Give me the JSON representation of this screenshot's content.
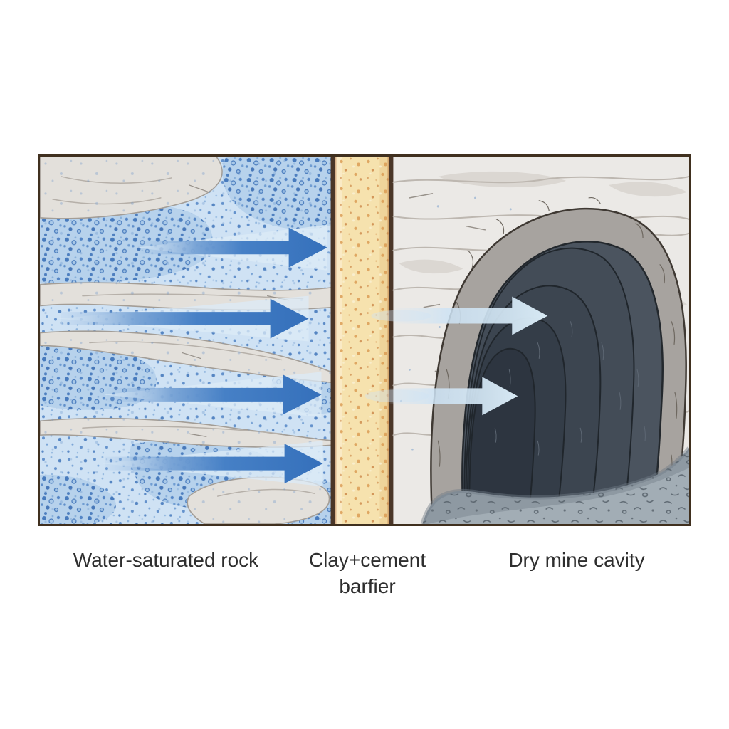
{
  "figure": {
    "labels": {
      "left": "Water-saturated rock",
      "middle_line1": "Clay+cement",
      "middle_line2": "barfier",
      "right": "Dry mine cavity"
    },
    "colors": {
      "frame_border": "#40301f",
      "water_base": "#cfe2f4",
      "water_speckle": "#4a7ec2",
      "flow_arrow_blue": "#3570bb",
      "seepage_arrow_light": "#cfe4f5",
      "rock_light": "#e3e0db",
      "barrier_tan": "#f6e2ae",
      "barrier_speckle": "#d9984f",
      "barrier_edge_brown": "#4a3628",
      "tunnel_interior": "#4b545f",
      "tunnel_rim": "#a7a39f",
      "floor_gravel": "#8e99a2",
      "label_text": "#2e2e2e"
    }
  }
}
